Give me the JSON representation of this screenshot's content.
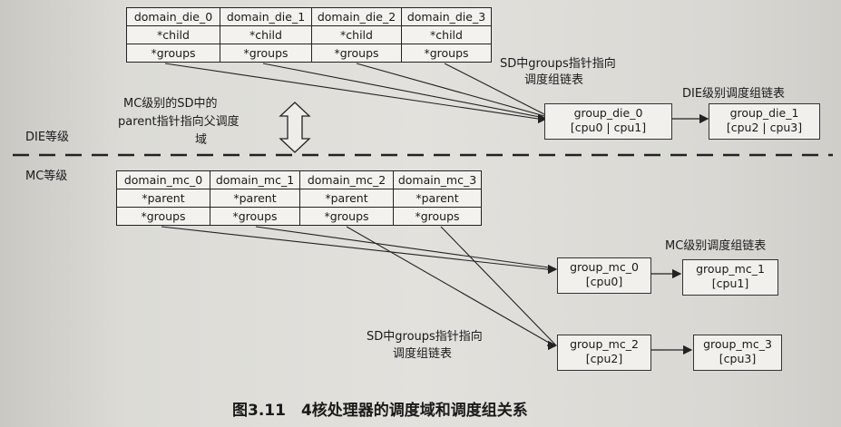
{
  "die_level": {
    "label": "DIE等级",
    "domains": [
      "domain_die_0",
      "domain_die_1",
      "domain_die_2",
      "domain_die_3"
    ],
    "row_child": "*child",
    "row_groups": "*groups",
    "groups_annotation_line1": "SD中groups指针指向",
    "groups_annotation_line2": "调度组链表",
    "group_list_label": "DIE级别调度组链表",
    "groups": [
      {
        "name": "group_die_0",
        "cpus": "[cpu0 | cpu1]"
      },
      {
        "name": "group_die_1",
        "cpus": "[cpu2 | cpu3]"
      }
    ]
  },
  "parent_annotation": {
    "line1": "MC级别的SD中的",
    "line2": "parent指针指向父调度",
    "line3": "域"
  },
  "mc_level": {
    "label": "MC等级",
    "domains": [
      "domain_mc_0",
      "domain_mc_1",
      "domain_mc_2",
      "domain_mc_3"
    ],
    "row_parent": "*parent",
    "row_groups": "*groups",
    "group_list_label": "MC级别调度组链表",
    "groups_annotation_line1": "SD中groups指针指向",
    "groups_annotation_line2": "调度组链表",
    "groups": [
      {
        "name": "group_mc_0",
        "cpus": "[cpu0]"
      },
      {
        "name": "group_mc_1",
        "cpus": "[cpu1]"
      },
      {
        "name": "group_mc_2",
        "cpus": "[cpu2]"
      },
      {
        "name": "group_mc_3",
        "cpus": "[cpu3]"
      }
    ]
  },
  "caption": "图3.11　4核处理器的调度域和调度组关系"
}
